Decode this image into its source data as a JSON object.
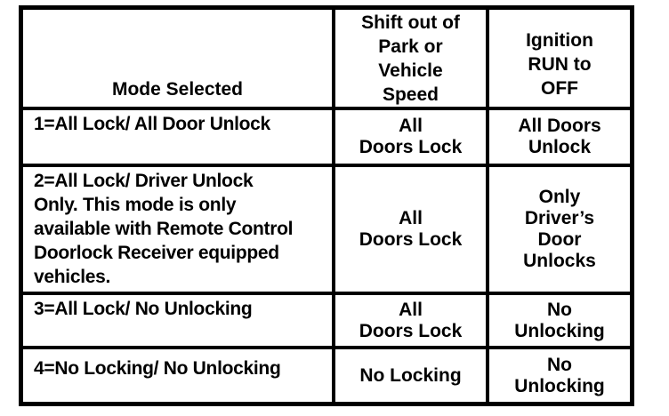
{
  "colors": {
    "border": "#000000",
    "text": "#000000",
    "background": "#ffffff"
  },
  "table": {
    "columns": [
      {
        "header": "Mode Selected"
      },
      {
        "header": "Shift out of\nPark or\nVehicle\nSpeed"
      },
      {
        "header": "Ignition\nRUN to\nOFF"
      }
    ],
    "rows": [
      {
        "mode": "1=All Lock/ All Door Unlock",
        "shift": "All\nDoors Lock",
        "ignition": "All Doors\nUnlock"
      },
      {
        "mode": "2=All Lock/ Driver Unlock\nOnly. This mode is only\navailable with Remote Control\nDoorlock Receiver equipped\nvehicles.",
        "shift": "All\nDoors Lock",
        "ignition": "Only\nDriver’s\nDoor\nUnlocks"
      },
      {
        "mode": "3=All Lock/ No Unlocking",
        "shift": "All\nDoors Lock",
        "ignition": "No\nUnlocking"
      },
      {
        "mode": "4=No Locking/ No Unlocking",
        "shift": "No Locking",
        "ignition": "No\nUnlocking"
      }
    ]
  }
}
